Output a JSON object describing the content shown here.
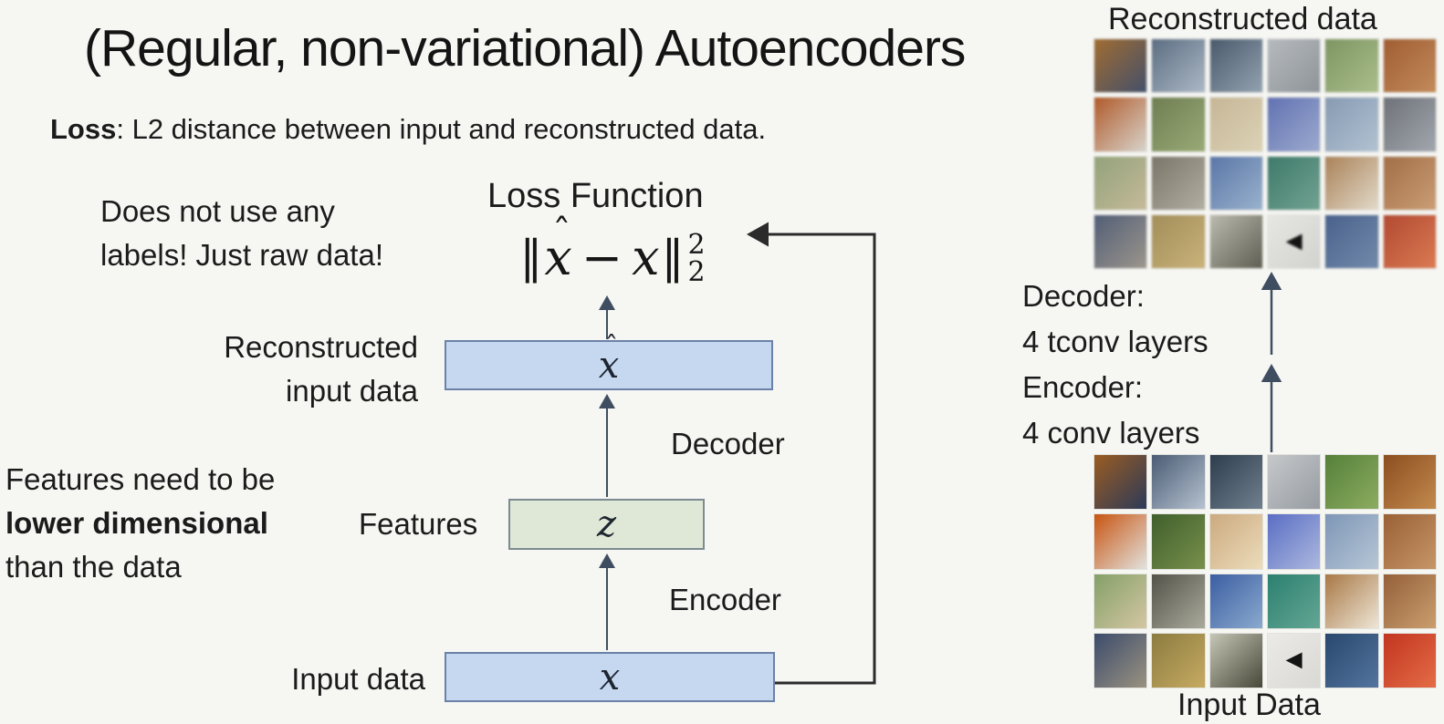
{
  "slide": {
    "title": "(Regular, non-variational) Autoencoders",
    "loss_bold": "Loss",
    "loss_rest": ": L2 distance between input and reconstructed data.",
    "no_labels_line1": "Does not use any",
    "no_labels_line2": "labels! Just raw data!",
    "left_note_line1": "Features need to be",
    "left_note_line2": "lower dimensional",
    "left_note_line3": "than the data"
  },
  "diagram": {
    "loss_function_title": "Loss Function",
    "formula": {
      "norm_open": "‖",
      "xhat_base": "x",
      "hat": "ˆ",
      "minus": "−",
      "x": "x",
      "norm_close": "‖",
      "sup": "2",
      "sub": "2"
    },
    "labels": {
      "reconstructed_line1": "Reconstructed",
      "reconstructed_line2": "input data",
      "decoder": "Decoder",
      "features": "Features",
      "encoder": "Encoder",
      "input_data": "Input data"
    },
    "boxes": {
      "xhat_base": "x",
      "xhat_hat": "ˆ",
      "z": "z",
      "x": "x"
    },
    "colors": {
      "blue_box_fill": "#c6d7f0",
      "blue_box_border": "#6b82a8",
      "green_box_fill": "#dfe8d6",
      "green_box_border": "#7d8a91",
      "thin_arrow": "#3e4e60",
      "loop_arrow": "#2b2b2b"
    }
  },
  "right_panel": {
    "reconstructed_title": "Reconstructed data",
    "decoder_line1": "Decoder:",
    "decoder_line2": "4 tconv layers",
    "encoder_line1": "Encoder:",
    "encoder_line2": "4 conv layers",
    "input_title": "Input Data",
    "grids": {
      "reconstructed": {
        "rows": 4,
        "cols": 6,
        "cells": [
          {
            "colors": [
              "#a06c32",
              "#44506a"
            ]
          },
          {
            "colors": [
              "#5c6e82",
              "#acb8c6"
            ]
          },
          {
            "colors": [
              "#4a5a6c",
              "#92a2b0"
            ]
          },
          {
            "colors": [
              "#b6babe",
              "#8e9499"
            ]
          },
          {
            "colors": [
              "#7e9662",
              "#aabe8a"
            ]
          },
          {
            "colors": [
              "#a05e32",
              "#c28a5a"
            ]
          },
          {
            "colors": [
              "#b05a2a",
              "#d8d4cc"
            ]
          },
          {
            "colors": [
              "#6e7e52",
              "#9aaa76"
            ]
          },
          {
            "colors": [
              "#c6b696",
              "#dcd2b6"
            ]
          },
          {
            "colors": [
              "#6272b2",
              "#9caace"
            ]
          },
          {
            "colors": [
              "#869ab2",
              "#b2c2d2"
            ]
          },
          {
            "colors": [
              "#6e7278",
              "#a2a6ae"
            ]
          },
          {
            "colors": [
              "#92a27a",
              "#c6ba9a"
            ]
          },
          {
            "colors": [
              "#7a766a",
              "#b2aea2"
            ]
          },
          {
            "colors": [
              "#5a76a6",
              "#9ab2ce"
            ]
          },
          {
            "colors": [
              "#3e7a6a",
              "#72a292"
            ]
          },
          {
            "colors": [
              "#aa8258",
              "#e2daca"
            ]
          },
          {
            "colors": [
              "#a26e46",
              "#ca9e76"
            ]
          },
          {
            "colors": [
              "#525e76",
              "#9c968c"
            ]
          },
          {
            "colors": [
              "#a28e5a",
              "#cab27a"
            ]
          },
          {
            "colors": [
              "#babaae",
              "#5e5e52"
            ]
          },
          {
            "colors": [
              "#e6e6e2",
              "#d2d2ce"
            ],
            "glyph": "◄"
          },
          {
            "colors": [
              "#4a628c",
              "#728aaa"
            ]
          },
          {
            "colors": [
              "#b24a32",
              "#da7a52"
            ]
          }
        ]
      },
      "input": {
        "rows": 4,
        "cols": 6,
        "cells": [
          {
            "colors": [
              "#9a5c22",
              "#2c3a58"
            ]
          },
          {
            "colors": [
              "#4a5c74",
              "#b6c2d0"
            ]
          },
          {
            "colors": [
              "#2e3d4e",
              "#70808e"
            ]
          },
          {
            "colors": [
              "#c6c8ca",
              "#969ca2"
            ]
          },
          {
            "colors": [
              "#55803a",
              "#8cac60"
            ]
          },
          {
            "colors": [
              "#8c4e20",
              "#c28a4e"
            ]
          },
          {
            "colors": [
              "#c85512",
              "#e2e2de"
            ]
          },
          {
            "colors": [
              "#405f2c",
              "#78904c"
            ]
          },
          {
            "colors": [
              "#cbaa80",
              "#ecdcba"
            ]
          },
          {
            "colors": [
              "#5a6ec4",
              "#acb8de"
            ]
          },
          {
            "colors": [
              "#7e96b6",
              "#b6c6d6"
            ]
          },
          {
            "colors": [
              "#9a6036",
              "#c69668"
            ]
          },
          {
            "colors": [
              "#84a068",
              "#d4c6a2"
            ]
          },
          {
            "colors": [
              "#54534a",
              "#aaaa9c"
            ]
          },
          {
            "colors": [
              "#3c5ea2",
              "#8aaace"
            ]
          },
          {
            "colors": [
              "#2c8070",
              "#64a694"
            ]
          },
          {
            "colors": [
              "#a87846",
              "#eee6d6"
            ]
          },
          {
            "colors": [
              "#94603a",
              "#ca9e6e"
            ]
          },
          {
            "colors": [
              "#3c4c6c",
              "#9a9280"
            ]
          },
          {
            "colors": [
              "#8c7c40",
              "#c6aa62"
            ]
          },
          {
            "colors": [
              "#c6c6b6",
              "#48483a"
            ]
          },
          {
            "colors": [
              "#eceae6",
              "#d8d8d4"
            ],
            "glyph": "◄"
          },
          {
            "colors": [
              "#2a486e",
              "#52749e"
            ]
          },
          {
            "colors": [
              "#c23520",
              "#e46c46"
            ]
          }
        ]
      }
    }
  }
}
